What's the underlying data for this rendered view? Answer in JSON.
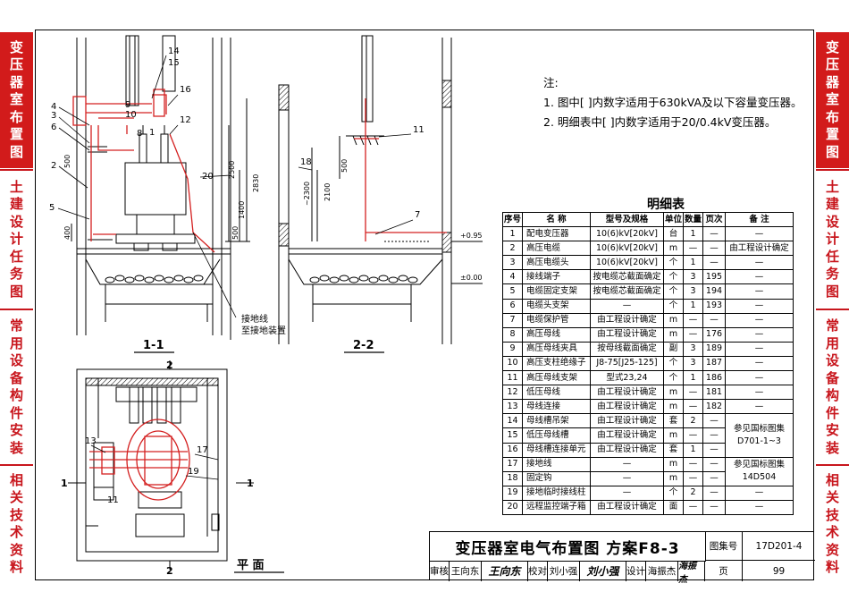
{
  "sidebar_left": [
    {
      "label": "变压器室布置图",
      "active": true
    },
    {
      "label": "土建设计任务图",
      "active": false
    },
    {
      "label": "常用设备构件安装",
      "active": false
    },
    {
      "label": "相关技术资料",
      "active": false
    }
  ],
  "sidebar_right": [
    {
      "label": "变压器室布置图",
      "active": true
    },
    {
      "label": "土建设计任务图",
      "active": false
    },
    {
      "label": "常用设备构件安装",
      "active": false
    },
    {
      "label": "相关技术资料",
      "active": false
    }
  ],
  "notes": {
    "heading": "注:",
    "items": [
      "1. 图中[  ]内数字适用于630kVA及以下容量变压器。",
      "2. 明细表中[  ]内数字适用于20/0.4kV变压器。"
    ]
  },
  "table": {
    "title": "明细表",
    "headers": [
      "序号",
      "名  称",
      "型号及规格",
      "单位",
      "数量",
      "页次",
      "备  注"
    ],
    "rows": [
      [
        "1",
        "配电变压器",
        "10(6)kV[20kV]",
        "台",
        "1",
        "—",
        "—"
      ],
      [
        "2",
        "高压电缆",
        "10(6)kV[20kV]",
        "m",
        "—",
        "—",
        "由工程设计确定"
      ],
      [
        "3",
        "高压电缆头",
        "10(6)kV[20kV]",
        "个",
        "1",
        "—",
        "—"
      ],
      [
        "4",
        "接线端子",
        "按电缆芯截面确定",
        "个",
        "3",
        "195",
        "—"
      ],
      [
        "5",
        "电缆固定支架",
        "按电缆芯截面确定",
        "个",
        "3",
        "194",
        "—"
      ],
      [
        "6",
        "电缆头支架",
        "—",
        "个",
        "1",
        "193",
        "—"
      ],
      [
        "7",
        "电缆保护管",
        "由工程设计确定",
        "m",
        "—",
        "—",
        "—"
      ],
      [
        "8",
        "高压母线",
        "由工程设计确定",
        "m",
        "—",
        "176",
        "—"
      ],
      [
        "9",
        "高压母线夹具",
        "按母线截面确定",
        "副",
        "3",
        "189",
        "—"
      ],
      [
        "10",
        "高压支柱绝缘子",
        "J8-75[J25-125]",
        "个",
        "3",
        "187",
        "—"
      ],
      [
        "11",
        "高压母线支架",
        "型式23,24",
        "个",
        "1",
        "186",
        "—"
      ],
      [
        "12",
        "低压母线",
        "由工程设计确定",
        "m",
        "—",
        "181",
        "—"
      ],
      [
        "13",
        "母线连接",
        "由工程设计确定",
        "m",
        "—",
        "182",
        "—"
      ],
      [
        "14",
        "母线槽吊架",
        "由工程设计确定",
        "套",
        "2",
        "—",
        ""
      ],
      [
        "15",
        "低压母线槽",
        "由工程设计确定",
        "m",
        "—",
        "—",
        ""
      ],
      [
        "16",
        "母线槽连接单元",
        "由工程设计确定",
        "套",
        "1",
        "—",
        ""
      ],
      [
        "17",
        "接地线",
        "—",
        "m",
        "—",
        "—",
        ""
      ],
      [
        "18",
        "固定钩",
        "—",
        "m",
        "—",
        "—",
        ""
      ],
      [
        "19",
        "接地临时接线柱",
        "—",
        "个",
        "2",
        "—",
        "—"
      ],
      [
        "20",
        "远程监控端子箱",
        "由工程设计确定",
        "面",
        "—",
        "—",
        "—"
      ]
    ],
    "ref1": [
      "参见国标图集",
      "D701-1~3"
    ],
    "ref2": [
      "参见国标图集",
      "14D504"
    ]
  },
  "titleblock": {
    "title": "变压器室电气布置图  方案F8-3",
    "atlas_label": "图集号",
    "atlas_no": "17D201-4",
    "review_label": "审核",
    "reviewer": "王向东",
    "reviewer_sig": "王向东",
    "check_label": "校对",
    "checker": "刘小强",
    "checker_sig": "刘小强",
    "design_label": "设计",
    "designer": "海振杰",
    "designer_sig": "海振杰",
    "page_label": "页",
    "page_no": "99"
  },
  "drawing": {
    "view1_title": "1-1",
    "view2_title": "2-2",
    "plan_title": "平  面",
    "section_mark_top": "2",
    "section_mark_bottom": "2",
    "section_mark_left": "1",
    "section_mark_right": "1",
    "ground_label_1": "接地线",
    "ground_label_2": "至接地装置",
    "level_1": "+0.95",
    "level_2": "±0.00",
    "dims_v1": [
      "2500",
      "2830",
      "1400",
      "500",
      "500",
      "400"
    ],
    "dims_v2": [
      "~2300",
      "2100",
      "500"
    ],
    "callouts_v1": [
      "14",
      "15",
      "16",
      "12",
      "9",
      "10",
      "4",
      "3",
      "6",
      "8",
      "2",
      "5",
      "20",
      "1"
    ],
    "callouts_v2": [
      "11",
      "18",
      "7"
    ],
    "callouts_plan": [
      "17",
      "19",
      "13",
      "11"
    ],
    "colors": {
      "red": "#d42020",
      "black": "#000000"
    }
  }
}
